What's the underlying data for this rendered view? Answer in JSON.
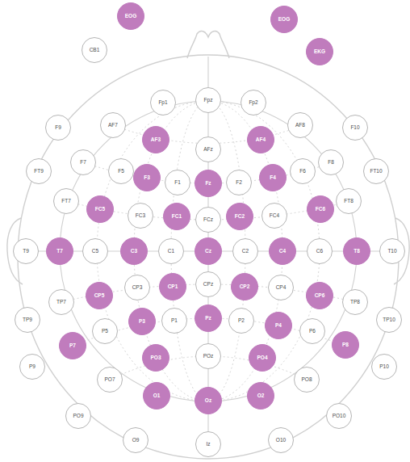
{
  "diagram": {
    "nodes": [
      {
        "text": [
          "EOG"
        ]
      },
      {
        "text": [
          "EOG"
        ]
      },
      {
        "text": [
          "CB1"
        ]
      },
      {
        "text": [
          "EKG"
        ]
      },
      {
        "text": [
          "Fp1"
        ]
      },
      {
        "text": [
          "Fpz"
        ]
      },
      {
        "text": [
          "Fp2"
        ]
      },
      {
        "text": [
          "F9"
        ]
      },
      {
        "text": [
          "AF7"
        ]
      },
      {
        "text": [
          "AF8"
        ]
      },
      {
        "text": [
          "F10"
        ]
      },
      {
        "text": [
          "AF3"
        ]
      },
      {
        "text": [
          "AFz"
        ]
      },
      {
        "text": [
          "AF4"
        ]
      },
      {
        "text": [
          "FT9"
        ]
      },
      {
        "text": [
          "F7"
        ]
      },
      {
        "text": [
          "F5"
        ]
      },
      {
        "text": [
          "F3"
        ]
      },
      {
        "text": [
          "F1"
        ]
      },
      {
        "text": [
          "Fz"
        ]
      },
      {
        "text": [
          "F2"
        ]
      },
      {
        "text": [
          "F4"
        ]
      },
      {
        "text": [
          "F6"
        ]
      },
      {
        "text": [
          "F8"
        ]
      },
      {
        "text": [
          "FT10"
        ]
      },
      {
        "text": [
          "FT7"
        ]
      },
      {
        "text": [
          "FC5"
        ]
      },
      {
        "text": [
          "FC3"
        ]
      },
      {
        "text": [
          "FC1"
        ]
      },
      {
        "text": [
          "FCz"
        ]
      },
      {
        "text": [
          "FC2"
        ]
      },
      {
        "text": [
          "FC4"
        ]
      },
      {
        "text": [
          "FC6"
        ]
      },
      {
        "text": [
          "FT8"
        ]
      },
      {
        "text": [
          "T9"
        ]
      },
      {
        "text": [
          "T7"
        ]
      },
      {
        "text": [
          "C5"
        ]
      },
      {
        "text": [
          "C3"
        ]
      },
      {
        "text": [
          "C1"
        ]
      },
      {
        "text": [
          "Cz"
        ]
      },
      {
        "text": [
          "C2"
        ]
      },
      {
        "text": [
          "C4"
        ]
      },
      {
        "text": [
          "C6"
        ]
      },
      {
        "text": [
          "T8"
        ]
      },
      {
        "text": [
          "T10"
        ]
      },
      {
        "text": [
          "TP7"
        ]
      },
      {
        "text": [
          "CP5"
        ]
      },
      {
        "text": [
          "CP3"
        ]
      },
      {
        "text": [
          "CP1"
        ]
      },
      {
        "text": [
          "CPz"
        ]
      },
      {
        "text": [
          "CP2"
        ]
      },
      {
        "text": [
          "CP4"
        ]
      },
      {
        "text": [
          "CP6"
        ]
      },
      {
        "text": [
          "TP8"
        ]
      },
      {
        "text": [
          "TP9"
        ]
      },
      {
        "text": [
          "P7"
        ]
      },
      {
        "text": [
          "P5"
        ]
      },
      {
        "text": [
          "P3"
        ]
      },
      {
        "text": [
          "P1"
        ]
      },
      {
        "text": [
          "Pz"
        ]
      },
      {
        "text": [
          "P2"
        ]
      },
      {
        "text": [
          "P4"
        ]
      },
      {
        "text": [
          "P6"
        ]
      },
      {
        "text": [
          "P8"
        ]
      },
      {
        "text": [
          "TP10"
        ]
      },
      {
        "text": [
          "P9"
        ]
      },
      {
        "text": [
          "PO7"
        ]
      },
      {
        "text": [
          "PO3"
        ]
      },
      {
        "text": [
          "POz"
        ]
      },
      {
        "text": [
          "PO4"
        ]
      },
      {
        "text": [
          "PO8"
        ]
      },
      {
        "text": [
          "P10"
        ]
      },
      {
        "text": [
          "PO9"
        ]
      },
      {
        "text": [
          "O1"
        ]
      },
      {
        "text": [
          "Oz"
        ]
      },
      {
        "text": [
          "O2"
        ]
      },
      {
        "text": [
          "PO10"
        ]
      },
      {
        "text": [
          "O9"
        ]
      },
      {
        "text": [
          "Iz"
        ]
      },
      {
        "text": [
          "O10"
        ]
      }
    ]
  }
}
